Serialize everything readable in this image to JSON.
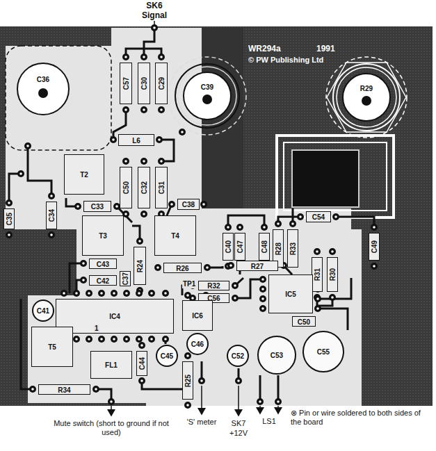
{
  "diagram": {
    "nodes": [
      {
        "text": [
          "C36"
        ]
      },
      {
        "text": [
          "C39"
        ]
      },
      {
        "text": [
          "R29"
        ]
      },
      {
        "text": [
          "C57"
        ]
      },
      {
        "text": [
          "C30"
        ]
      },
      {
        "text": [
          "C29"
        ]
      },
      {
        "text": [
          "L6"
        ]
      },
      {
        "text": [
          "C50"
        ]
      },
      {
        "text": [
          "C32"
        ]
      },
      {
        "text": [
          "C31"
        ]
      },
      {
        "text": [
          "T2"
        ]
      },
      {
        "text": [
          "C34"
        ]
      },
      {
        "text": [
          "C35"
        ]
      },
      {
        "text": [
          "C33"
        ]
      },
      {
        "text": [
          "T3"
        ]
      },
      {
        "text": [
          "C38"
        ]
      },
      {
        "text": [
          "T4"
        ]
      },
      {
        "text": [
          "C40"
        ]
      },
      {
        "text": [
          "C47"
        ]
      },
      {
        "text": [
          "C48"
        ]
      },
      {
        "text": [
          "R28"
        ]
      },
      {
        "text": [
          "R33"
        ]
      },
      {
        "text": [
          "C54"
        ]
      },
      {
        "text": [
          "C49"
        ]
      },
      {
        "text": [
          "R31"
        ]
      },
      {
        "text": [
          "R30"
        ]
      },
      {
        "text": [
          "C43"
        ]
      },
      {
        "text": [
          "R24"
        ]
      },
      {
        "text": [
          "R26"
        ]
      },
      {
        "text": [
          "R27"
        ]
      },
      {
        "text": [
          "C42"
        ]
      },
      {
        "text": [
          "C37"
        ]
      },
      {
        "text": [
          "R32"
        ]
      },
      {
        "text": [
          "C56"
        ]
      },
      {
        "text": [
          "IC5"
        ]
      },
      {
        "text": [
          "C50"
        ]
      },
      {
        "text": [
          "C41"
        ]
      },
      {
        "text": [
          "IC4"
        ]
      },
      {
        "text": [
          "IC6"
        ]
      },
      {
        "text": [
          "T5"
        ]
      },
      {
        "text": [
          "FL1"
        ]
      },
      {
        "text": [
          "R34"
        ]
      },
      {
        "text": [
          "C44"
        ]
      },
      {
        "text": [
          "C45"
        ]
      },
      {
        "text": [
          "C46"
        ]
      },
      {
        "text": [
          "R25"
        ]
      },
      {
        "text": [
          "C52"
        ]
      },
      {
        "text": [
          "C53"
        ]
      },
      {
        "text": [
          "C55"
        ]
      }
    ],
    "labels": [
      "SK6",
      "Signal",
      "WR294a",
      "1991",
      "© PW Publishing Ltd",
      "TP1",
      "1",
      "Mute switch (short to ground if not used)",
      "'S' meter",
      "SK7",
      "+12V",
      "LS1",
      "⊗ Pin or wire soldered to both sides of the board"
    ]
  }
}
